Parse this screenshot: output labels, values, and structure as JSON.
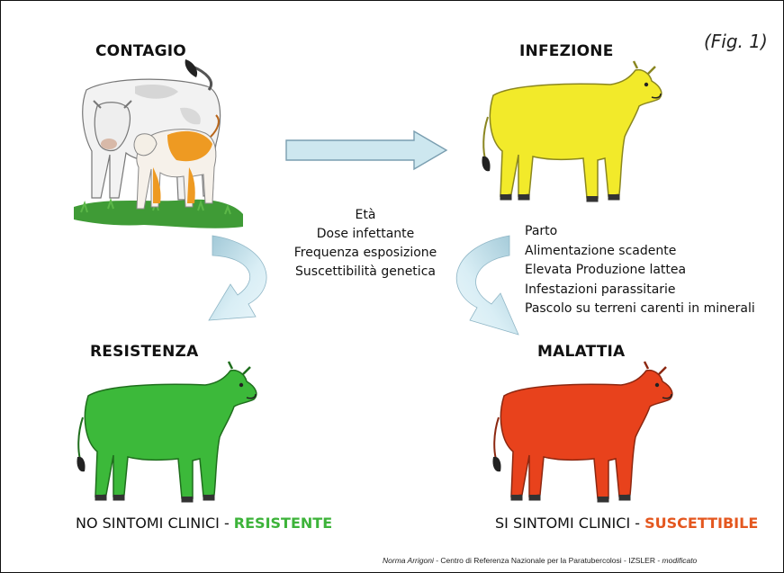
{
  "figure_label": "(Fig. 1)",
  "stages": {
    "contagio": "CONTAGIO",
    "infezione": "INFEZIONE",
    "resistenza": "RESISTENZA",
    "malattia": "MALATTIA"
  },
  "factors": [
    "Età",
    "Dose infettante",
    "Frequenza esposizione",
    "Suscettibilità genetica"
  ],
  "risk_factors": [
    "Parto",
    "Alimentazione scadente",
    "Elevata Produzione lattea",
    "Infestazioni parassitarie",
    "Pascolo su terreni carenti in minerali"
  ],
  "outcomes": {
    "left_prefix": "NO SINTOMI CLINICI - ",
    "left_emphasis": "RESISTENTE",
    "right_prefix": "SI SINTOMI CLINICI - ",
    "right_emphasis": "SUSCETTIBILE"
  },
  "credit": {
    "author": "Norma Arrigoni",
    "text": " - Centro di Referenza Nazionale per la Paratubercolosi - IZSLER - ",
    "suffix": "modificato"
  },
  "colors": {
    "infection_cow": "#f2ea2a",
    "resistant_cow": "#3cb93a",
    "disease_cow": "#e8421c",
    "resistant_text": "#3db33a",
    "susceptible_text": "#e4571f",
    "arrow_fill": "#cde7ef",
    "arrow_stroke": "#7a9eb0"
  }
}
